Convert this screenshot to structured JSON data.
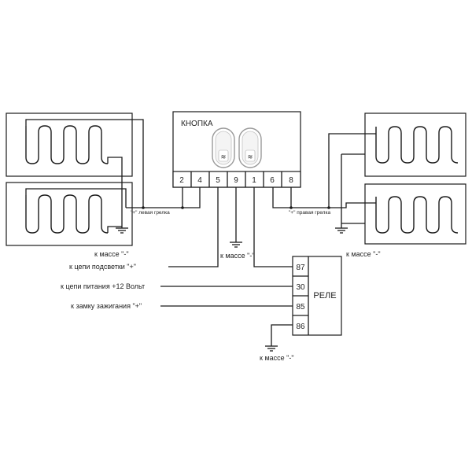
{
  "button": {
    "title": "КНОПКА",
    "pins": [
      "2",
      "4",
      "5",
      "9",
      "1",
      "6",
      "8"
    ]
  },
  "relay": {
    "title": "РЕЛЕ",
    "pins": [
      "87",
      "30",
      "85",
      "86"
    ]
  },
  "labels": {
    "left_heater": "\"+\" левая грелка",
    "right_heater": "\"+\" правая грелка",
    "ground_left": "к массе \"-\"",
    "ground_center": "к массе \"-\"",
    "ground_right": "к массе \"-\"",
    "ground_relay": "к массе \"-\"",
    "backlight": "к цепи подсветки \"+\"",
    "power": "к цепи питания +12 Вольт",
    "ignition": "к замку зажигания \"+\""
  }
}
